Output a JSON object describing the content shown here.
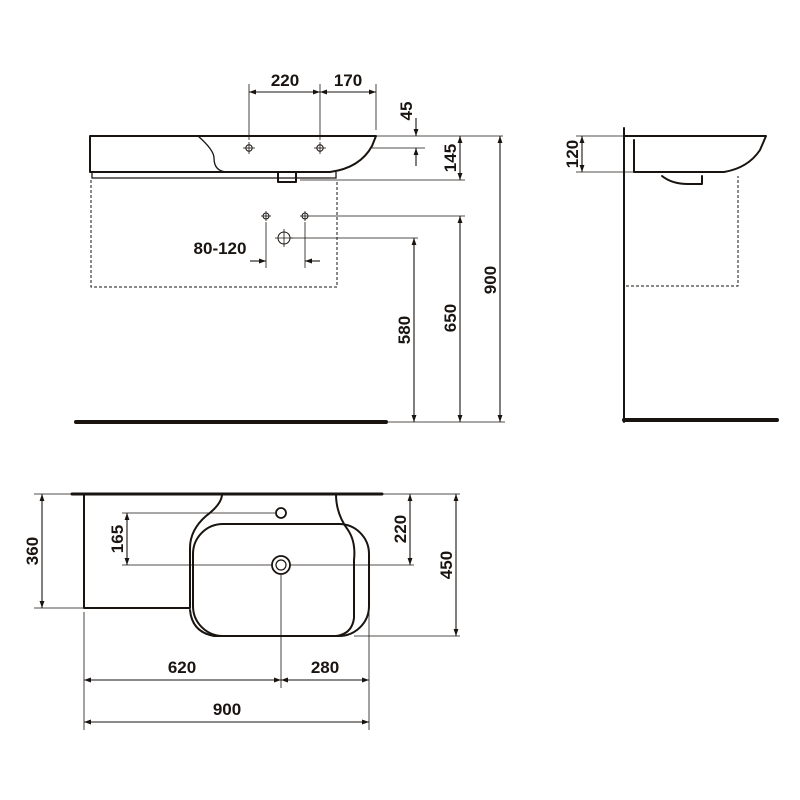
{
  "front_view": {
    "dim_tap_spacing": "220",
    "dim_tap_to_edge": "170",
    "dim_rim_offset": "45",
    "dim_basin_depth": "145",
    "dim_waste_spacing": "80-120",
    "dim_waste_height": "580",
    "dim_supply_height": "650",
    "dim_total_height": "900"
  },
  "side_view": {
    "dim_basin_height": "120"
  },
  "top_view": {
    "dim_shelf_depth": "360",
    "dim_tap_hole_offset": "165",
    "dim_drain_offset": "220",
    "dim_total_depth": "450",
    "dim_left_width": "620",
    "dim_right_width": "280",
    "dim_total_width": "900"
  }
}
